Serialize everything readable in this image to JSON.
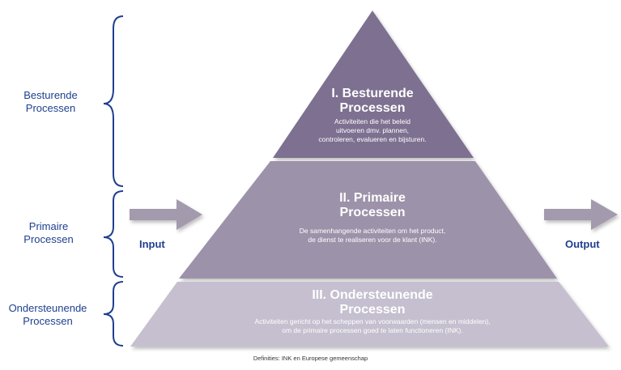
{
  "side_labels": {
    "besturende": [
      "Besturende",
      "Processen"
    ],
    "primaire": [
      "Primaire",
      "Processen"
    ],
    "ondersteunende": [
      "Ondersteunende",
      "Processen"
    ]
  },
  "io": {
    "input": "Input",
    "output": "Output"
  },
  "tiers": {
    "top": {
      "title": [
        "I. Besturende",
        "Processen"
      ],
      "desc": [
        "Activiteiten die het beleid",
        "uitvoeren dmv. plannen,",
        "controleren, evalueren en bijsturen."
      ]
    },
    "middle": {
      "title": [
        "II. Primaire",
        "Processen"
      ],
      "desc": [
        "De samenhangende activiteiten om het product,",
        "de dienst te realiseren voor de klant (INK)."
      ]
    },
    "bottom": {
      "title": [
        "III. Ondersteunende",
        "Processen"
      ],
      "desc": [
        "Activiteiten gericht op het scheppen van voorwaarden (mensen en middelen),",
        "om de primaire processen goed te laten functioneren (INK)."
      ]
    }
  },
  "footnote": "Definities: INK en Europese gemeenschap",
  "colors": {
    "top_fill": "#7d7090",
    "middle_fill": "#9c92aa",
    "bottom_fill": "#c5bfcf",
    "bracket": "#1f3f8f",
    "label": "#1f3f8f",
    "arrow": "#a39aae"
  }
}
